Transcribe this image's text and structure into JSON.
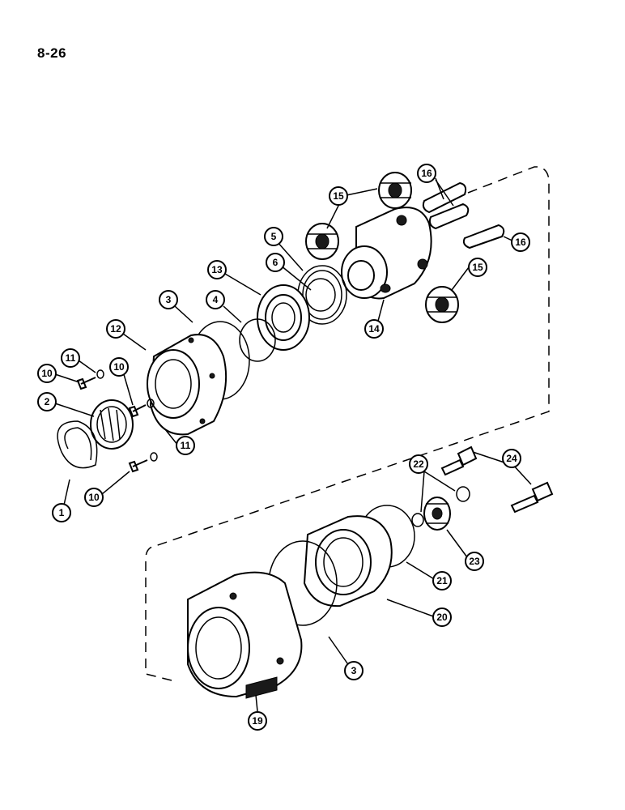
{
  "page": {
    "number": "8-26"
  },
  "callouts": [
    {
      "id": "c15a",
      "label": "15"
    },
    {
      "id": "c16a",
      "label": "16"
    },
    {
      "id": "c5",
      "label": "5"
    },
    {
      "id": "c16b",
      "label": "16"
    },
    {
      "id": "c13",
      "label": "13"
    },
    {
      "id": "c6",
      "label": "6"
    },
    {
      "id": "c15b",
      "label": "15"
    },
    {
      "id": "c3a",
      "label": "3"
    },
    {
      "id": "c4",
      "label": "4"
    },
    {
      "id": "c12",
      "label": "12"
    },
    {
      "id": "c14",
      "label": "14"
    },
    {
      "id": "c11a",
      "label": "11"
    },
    {
      "id": "c10a",
      "label": "10"
    },
    {
      "id": "c10b",
      "label": "10"
    },
    {
      "id": "c2",
      "label": "2"
    },
    {
      "id": "c11b",
      "label": "11"
    },
    {
      "id": "c10c",
      "label": "10"
    },
    {
      "id": "c1",
      "label": "1"
    },
    {
      "id": "c22",
      "label": "22"
    },
    {
      "id": "c24",
      "label": "24"
    },
    {
      "id": "c23",
      "label": "23"
    },
    {
      "id": "c21",
      "label": "21"
    },
    {
      "id": "c20",
      "label": "20"
    },
    {
      "id": "c3b",
      "label": "3"
    },
    {
      "id": "c19",
      "label": "19"
    }
  ]
}
